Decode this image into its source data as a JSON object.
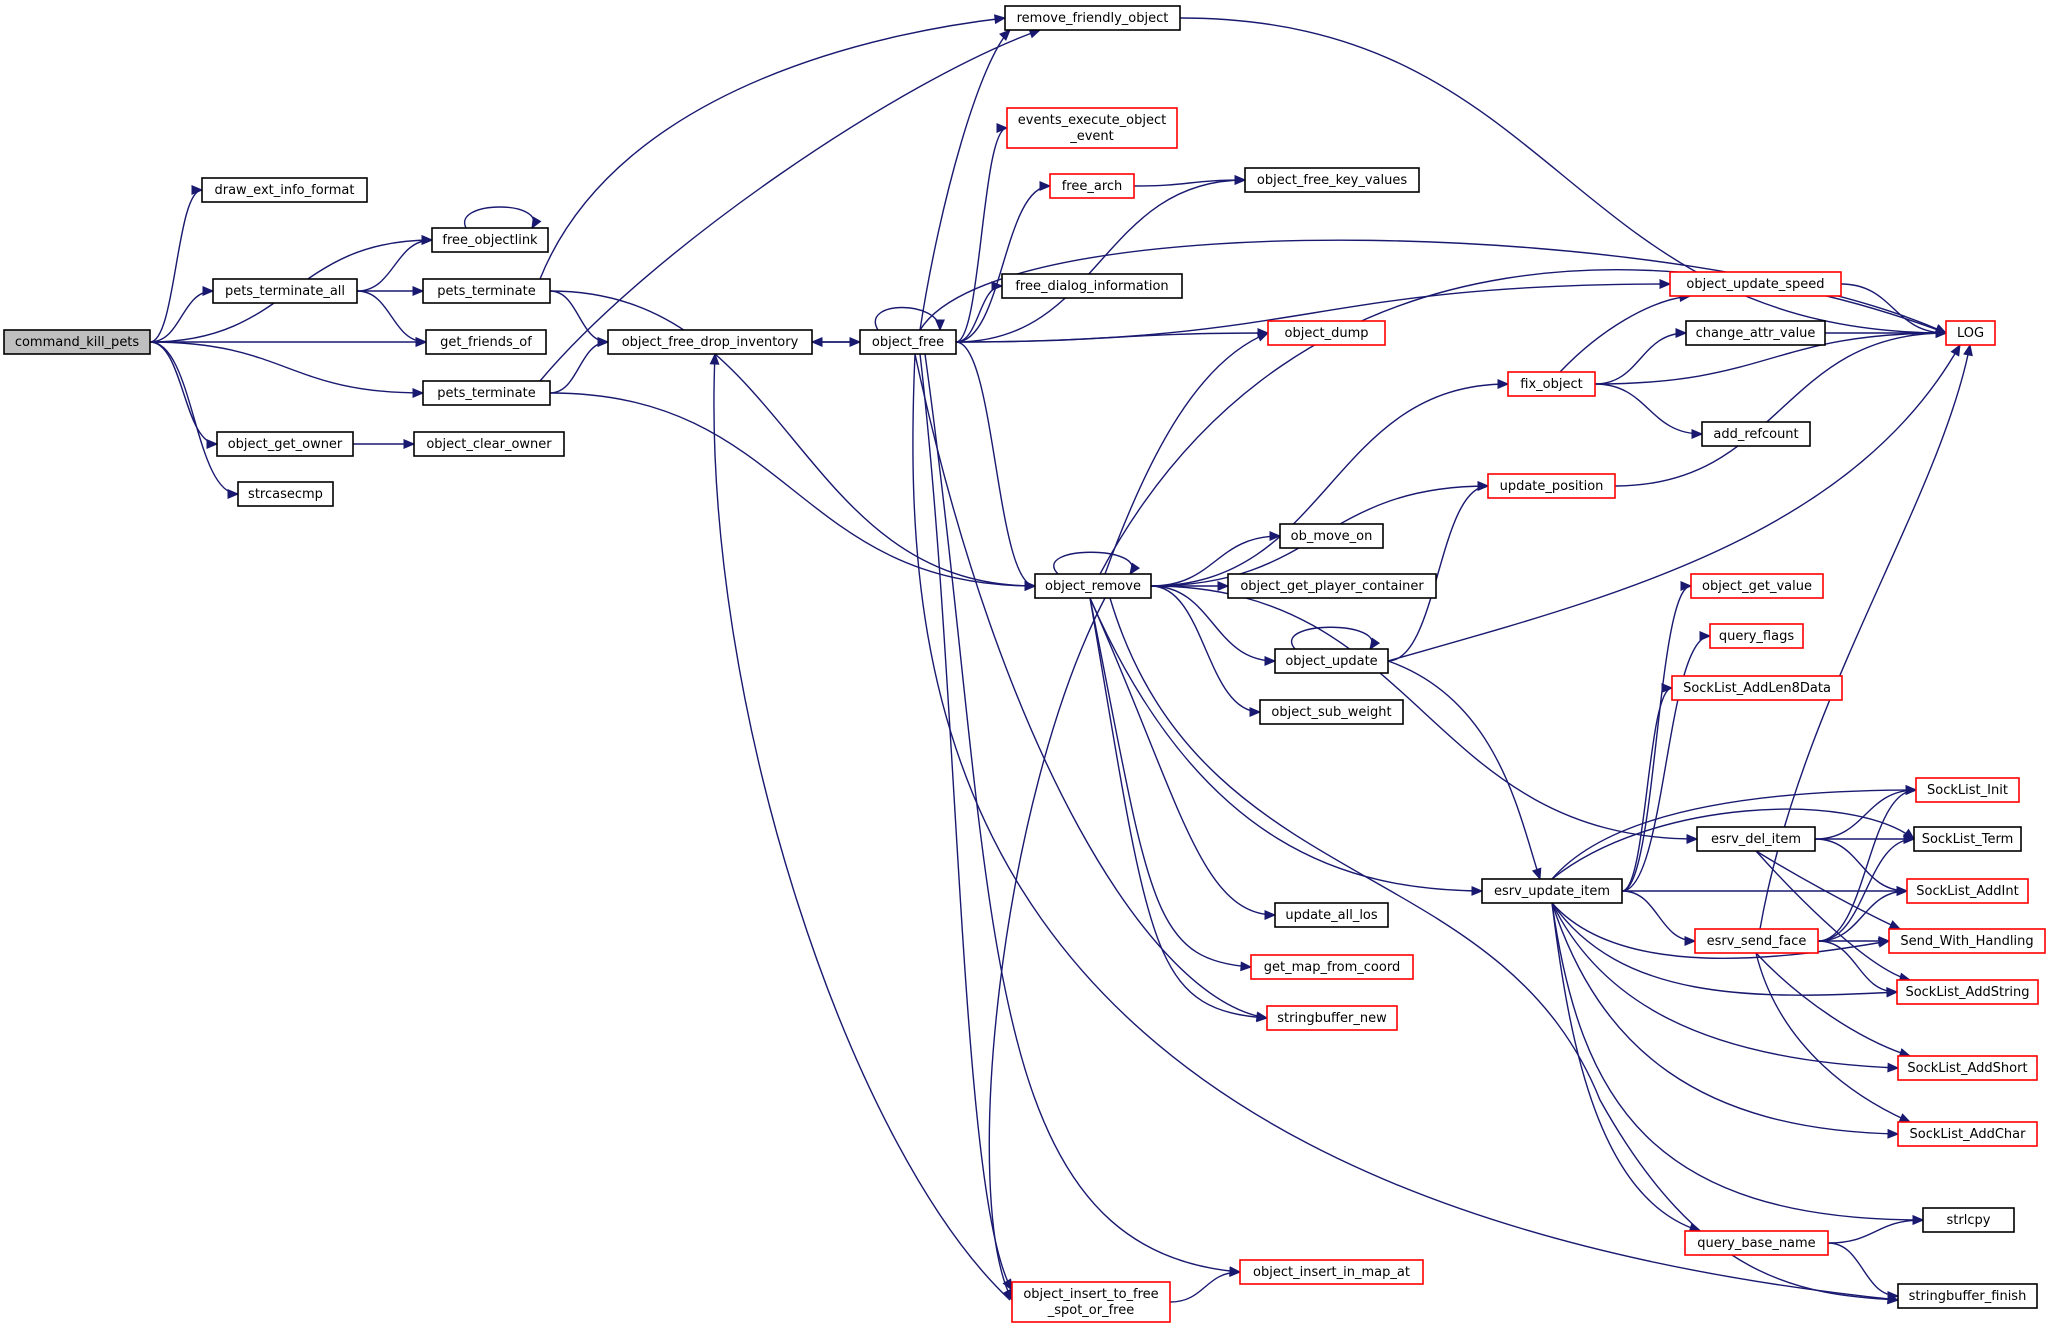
{
  "colors": {
    "edge": "#191970",
    "node_border_normal": "#000000",
    "node_border_red": "#ff0000",
    "root_fill": "#bfbfbf"
  },
  "nodes": [
    {
      "id": "command_kill_pets",
      "lines": [
        "command_kill_pets"
      ],
      "style": "root"
    },
    {
      "id": "draw_ext_info_format",
      "lines": [
        "draw_ext_info_format"
      ],
      "style": "normal"
    },
    {
      "id": "free_objectlink",
      "lines": [
        "free_objectlink"
      ],
      "style": "normal"
    },
    {
      "id": "pets_terminate_all",
      "lines": [
        "pets_terminate_all"
      ],
      "style": "normal"
    },
    {
      "id": "pets_terminate_a",
      "lines": [
        "pets_terminate"
      ],
      "style": "normal"
    },
    {
      "id": "get_friends_of",
      "lines": [
        "get_friends_of"
      ],
      "style": "normal"
    },
    {
      "id": "pets_terminate_b",
      "lines": [
        "pets_terminate"
      ],
      "style": "normal"
    },
    {
      "id": "object_get_owner",
      "lines": [
        "object_get_owner"
      ],
      "style": "normal"
    },
    {
      "id": "object_clear_owner",
      "lines": [
        "object_clear_owner"
      ],
      "style": "normal"
    },
    {
      "id": "strcasecmp",
      "lines": [
        "strcasecmp"
      ],
      "style": "normal"
    },
    {
      "id": "object_free_drop_inventory",
      "lines": [
        "object_free_drop_inventory"
      ],
      "style": "normal"
    },
    {
      "id": "remove_friendly_object",
      "lines": [
        "remove_friendly_object"
      ],
      "style": "normal"
    },
    {
      "id": "events_execute_object_event",
      "lines": [
        "events_execute_object",
        "_event"
      ],
      "style": "red"
    },
    {
      "id": "free_arch",
      "lines": [
        "free_arch"
      ],
      "style": "red"
    },
    {
      "id": "object_free_key_values",
      "lines": [
        "object_free_key_values"
      ],
      "style": "normal"
    },
    {
      "id": "free_dialog_information",
      "lines": [
        "free_dialog_information"
      ],
      "style": "normal"
    },
    {
      "id": "object_free",
      "lines": [
        "object_free"
      ],
      "style": "normal"
    },
    {
      "id": "object_dump",
      "lines": [
        "object_dump"
      ],
      "style": "red"
    },
    {
      "id": "object_update_speed",
      "lines": [
        "object_update_speed"
      ],
      "style": "red"
    },
    {
      "id": "change_attr_value",
      "lines": [
        "change_attr_value"
      ],
      "style": "normal"
    },
    {
      "id": "LOG",
      "lines": [
        "LOG"
      ],
      "style": "red"
    },
    {
      "id": "fix_object",
      "lines": [
        "fix_object"
      ],
      "style": "red"
    },
    {
      "id": "add_refcount",
      "lines": [
        "add_refcount"
      ],
      "style": "normal"
    },
    {
      "id": "update_position",
      "lines": [
        "update_position"
      ],
      "style": "red"
    },
    {
      "id": "ob_move_on",
      "lines": [
        "ob_move_on"
      ],
      "style": "normal"
    },
    {
      "id": "object_remove",
      "lines": [
        "object_remove"
      ],
      "style": "normal"
    },
    {
      "id": "object_get_player_container",
      "lines": [
        "object_get_player_container"
      ],
      "style": "normal"
    },
    {
      "id": "object_get_value",
      "lines": [
        "object_get_value"
      ],
      "style": "red"
    },
    {
      "id": "query_flags",
      "lines": [
        "query_flags"
      ],
      "style": "red"
    },
    {
      "id": "object_update",
      "lines": [
        "object_update"
      ],
      "style": "normal"
    },
    {
      "id": "SockList_AddLen8Data",
      "lines": [
        "SockList_AddLen8Data"
      ],
      "style": "red"
    },
    {
      "id": "object_sub_weight",
      "lines": [
        "object_sub_weight"
      ],
      "style": "normal"
    },
    {
      "id": "SockList_Init",
      "lines": [
        "SockList_Init"
      ],
      "style": "red"
    },
    {
      "id": "esrv_del_item",
      "lines": [
        "esrv_del_item"
      ],
      "style": "normal"
    },
    {
      "id": "SockList_Term",
      "lines": [
        "SockList_Term"
      ],
      "style": "normal"
    },
    {
      "id": "esrv_update_item",
      "lines": [
        "esrv_update_item"
      ],
      "style": "normal"
    },
    {
      "id": "SockList_AddInt",
      "lines": [
        "SockList_AddInt"
      ],
      "style": "red"
    },
    {
      "id": "update_all_los",
      "lines": [
        "update_all_los"
      ],
      "style": "normal"
    },
    {
      "id": "esrv_send_face",
      "lines": [
        "esrv_send_face"
      ],
      "style": "red"
    },
    {
      "id": "Send_With_Handling",
      "lines": [
        "Send_With_Handling"
      ],
      "style": "red"
    },
    {
      "id": "get_map_from_coord",
      "lines": [
        "get_map_from_coord"
      ],
      "style": "red"
    },
    {
      "id": "SockList_AddString",
      "lines": [
        "SockList_AddString"
      ],
      "style": "red"
    },
    {
      "id": "stringbuffer_new",
      "lines": [
        "stringbuffer_new"
      ],
      "style": "red"
    },
    {
      "id": "SockList_AddShort",
      "lines": [
        "SockList_AddShort"
      ],
      "style": "red"
    },
    {
      "id": "SockList_AddChar",
      "lines": [
        "SockList_AddChar"
      ],
      "style": "red"
    },
    {
      "id": "strlcpy",
      "lines": [
        "strlcpy"
      ],
      "style": "normal"
    },
    {
      "id": "query_base_name",
      "lines": [
        "query_base_name"
      ],
      "style": "red"
    },
    {
      "id": "object_insert_in_map_at",
      "lines": [
        "object_insert_in_map_at"
      ],
      "style": "red"
    },
    {
      "id": "object_insert_to_free_spot_or_free",
      "lines": [
        "object_insert_to_free",
        "_spot_or_free"
      ],
      "style": "red"
    },
    {
      "id": "stringbuffer_finish",
      "lines": [
        "stringbuffer_finish"
      ],
      "style": "normal"
    }
  ],
  "edges": [
    [
      "command_kill_pets",
      "draw_ext_info_format"
    ],
    [
      "command_kill_pets",
      "free_objectlink"
    ],
    [
      "command_kill_pets",
      "pets_terminate_all"
    ],
    [
      "command_kill_pets",
      "get_friends_of"
    ],
    [
      "command_kill_pets",
      "pets_terminate_b"
    ],
    [
      "command_kill_pets",
      "object_get_owner"
    ],
    [
      "command_kill_pets",
      "strcasecmp"
    ],
    [
      "free_objectlink",
      "free_objectlink"
    ],
    [
      "pets_terminate_all",
      "free_objectlink"
    ],
    [
      "pets_terminate_all",
      "pets_terminate_a"
    ],
    [
      "pets_terminate_all",
      "get_friends_of"
    ],
    [
      "pets_terminate_a",
      "remove_friendly_object"
    ],
    [
      "pets_terminate_a",
      "object_free_drop_inventory"
    ],
    [
      "pets_terminate_a",
      "object_remove"
    ],
    [
      "pets_terminate_b",
      "remove_friendly_object"
    ],
    [
      "pets_terminate_b",
      "object_free_drop_inventory"
    ],
    [
      "pets_terminate_b",
      "object_remove"
    ],
    [
      "object_get_owner",
      "object_clear_owner"
    ],
    [
      "object_free_drop_inventory",
      "object_free"
    ],
    [
      "object_free",
      "object_free_drop_inventory"
    ],
    [
      "object_free",
      "remove_friendly_object"
    ],
    [
      "object_free",
      "events_execute_object_event"
    ],
    [
      "object_free",
      "free_arch"
    ],
    [
      "object_free",
      "object_free_key_values"
    ],
    [
      "object_free",
      "free_dialog_information"
    ],
    [
      "object_free",
      "object_free"
    ],
    [
      "object_free",
      "LOG"
    ],
    [
      "object_free",
      "object_update_speed"
    ],
    [
      "object_free",
      "object_dump"
    ],
    [
      "object_free",
      "object_remove"
    ],
    [
      "object_free",
      "stringbuffer_new"
    ],
    [
      "object_free",
      "object_insert_to_free_spot_or_free"
    ],
    [
      "object_free",
      "object_insert_in_map_at"
    ],
    [
      "object_free",
      "stringbuffer_finish"
    ],
    [
      "free_arch",
      "object_free_key_values"
    ],
    [
      "remove_friendly_object",
      "LOG"
    ],
    [
      "object_update_speed",
      "LOG"
    ],
    [
      "change_attr_value",
      "LOG"
    ],
    [
      "fix_object",
      "object_update_speed"
    ],
    [
      "fix_object",
      "change_attr_value"
    ],
    [
      "fix_object",
      "LOG"
    ],
    [
      "fix_object",
      "add_refcount"
    ],
    [
      "update_position",
      "LOG"
    ],
    [
      "object_remove",
      "object_remove"
    ],
    [
      "object_remove",
      "object_dump"
    ],
    [
      "object_remove",
      "LOG"
    ],
    [
      "object_remove",
      "fix_object"
    ],
    [
      "object_remove",
      "update_position"
    ],
    [
      "object_remove",
      "ob_move_on"
    ],
    [
      "object_remove",
      "object_get_player_container"
    ],
    [
      "object_remove",
      "object_update"
    ],
    [
      "object_remove",
      "object_sub_weight"
    ],
    [
      "object_remove",
      "esrv_del_item"
    ],
    [
      "object_remove",
      "esrv_update_item"
    ],
    [
      "object_remove",
      "update_all_los"
    ],
    [
      "object_remove",
      "get_map_from_coord"
    ],
    [
      "object_remove",
      "stringbuffer_new"
    ],
    [
      "object_remove",
      "stringbuffer_finish"
    ],
    [
      "object_remove",
      "object_insert_to_free_spot_or_free"
    ],
    [
      "object_update",
      "object_update"
    ],
    [
      "object_update",
      "update_position"
    ],
    [
      "object_update",
      "LOG"
    ],
    [
      "object_update",
      "esrv_update_item"
    ],
    [
      "esrv_del_item",
      "SockList_Init"
    ],
    [
      "esrv_del_item",
      "SockList_Term"
    ],
    [
      "esrv_del_item",
      "SockList_AddInt"
    ],
    [
      "esrv_del_item",
      "Send_With_Handling"
    ],
    [
      "esrv_del_item",
      "SockList_AddString"
    ],
    [
      "esrv_update_item",
      "object_get_value"
    ],
    [
      "esrv_update_item",
      "query_flags"
    ],
    [
      "esrv_update_item",
      "SockList_AddLen8Data"
    ],
    [
      "esrv_update_item",
      "SockList_Init"
    ],
    [
      "esrv_update_item",
      "SockList_Term"
    ],
    [
      "esrv_update_item",
      "SockList_AddInt"
    ],
    [
      "esrv_update_item",
      "esrv_send_face"
    ],
    [
      "esrv_update_item",
      "Send_With_Handling"
    ],
    [
      "esrv_update_item",
      "SockList_AddString"
    ],
    [
      "esrv_update_item",
      "SockList_AddShort"
    ],
    [
      "esrv_update_item",
      "SockList_AddChar"
    ],
    [
      "esrv_update_item",
      "strlcpy"
    ],
    [
      "esrv_update_item",
      "query_base_name"
    ],
    [
      "esrv_send_face",
      "LOG"
    ],
    [
      "esrv_send_face",
      "SockList_Init"
    ],
    [
      "esrv_send_face",
      "SockList_Term"
    ],
    [
      "esrv_send_face",
      "SockList_AddInt"
    ],
    [
      "esrv_send_face",
      "Send_With_Handling"
    ],
    [
      "esrv_send_face",
      "SockList_AddString"
    ],
    [
      "esrv_send_face",
      "SockList_AddShort"
    ],
    [
      "esrv_send_face",
      "SockList_AddChar"
    ],
    [
      "query_base_name",
      "strlcpy"
    ],
    [
      "query_base_name",
      "stringbuffer_finish"
    ],
    [
      "object_insert_to_free_spot_or_free",
      "object_free_drop_inventory"
    ],
    [
      "object_insert_to_free_spot_or_free",
      "object_insert_in_map_at"
    ]
  ]
}
